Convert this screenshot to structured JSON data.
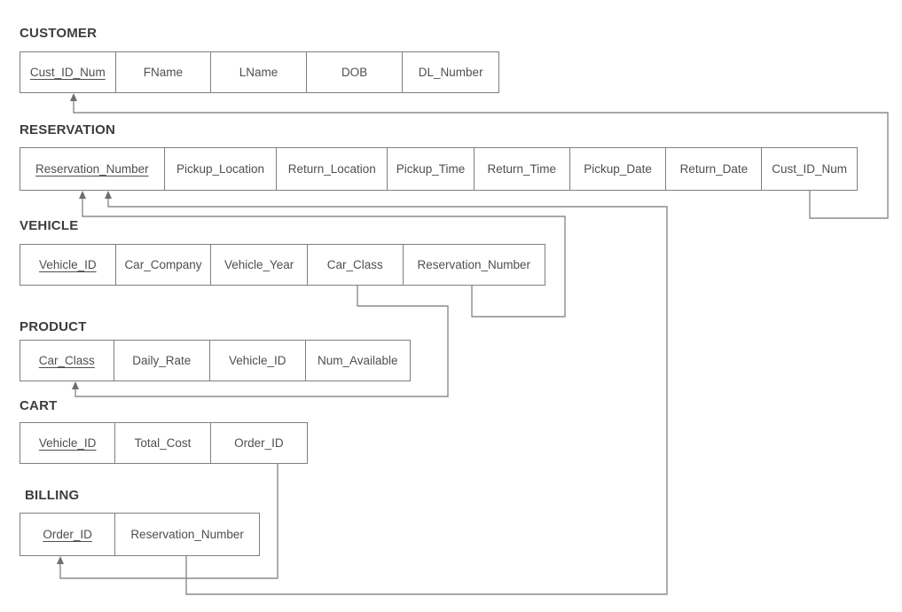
{
  "diagram": {
    "type": "database-schema",
    "tables": [
      {
        "name": "CUSTOMER",
        "primary_key": "Cust_ID_Num",
        "fields": [
          "Cust_ID_Num",
          "FName",
          "LName",
          "DOB",
          "DL_Number"
        ]
      },
      {
        "name": "RESERVATION",
        "primary_key": "Reservation_Number",
        "fields": [
          "Reservation_Number",
          "Pickup_Location",
          "Return_Location",
          "Pickup_Time",
          "Return_Time",
          "Pickup_Date",
          "Return_Date",
          "Cust_ID_Num"
        ]
      },
      {
        "name": "VEHICLE",
        "primary_key": "Vehicle_ID",
        "fields": [
          "Vehicle_ID",
          "Car_Company",
          "Vehicle_Year",
          "Car_Class",
          "Reservation_Number"
        ]
      },
      {
        "name": "PRODUCT",
        "primary_key": "Car_Class",
        "fields": [
          "Car_Class",
          "Daily_Rate",
          "Vehicle_ID",
          "Num_Available"
        ]
      },
      {
        "name": "CART",
        "primary_key": "Vehicle_ID",
        "fields": [
          "Vehicle_ID",
          "Total_Cost",
          "Order_ID"
        ]
      },
      {
        "name": "BILLING",
        "primary_key": "Order_ID",
        "fields": [
          "Order_ID",
          "Reservation_Number"
        ]
      }
    ],
    "relations": [
      {
        "from": "RESERVATION.Cust_ID_Num",
        "to": "CUSTOMER.Cust_ID_Num"
      },
      {
        "from": "VEHICLE.Reservation_Number",
        "to": "RESERVATION.Reservation_Number"
      },
      {
        "from": "BILLING.Reservation_Number",
        "to": "RESERVATION.Reservation_Number"
      },
      {
        "from": "VEHICLE.Car_Class",
        "to": "PRODUCT.Car_Class"
      },
      {
        "from": "CART.Order_ID",
        "to": "BILLING.Order_ID"
      }
    ],
    "colors": {
      "table_border": "#7f7f7f",
      "field_text": "#4f4f4f",
      "label_text": "#3d3d3d",
      "connector_line": "#8c8c8c",
      "arrowhead": "#6e6e6e",
      "background": "#ffffff"
    }
  }
}
